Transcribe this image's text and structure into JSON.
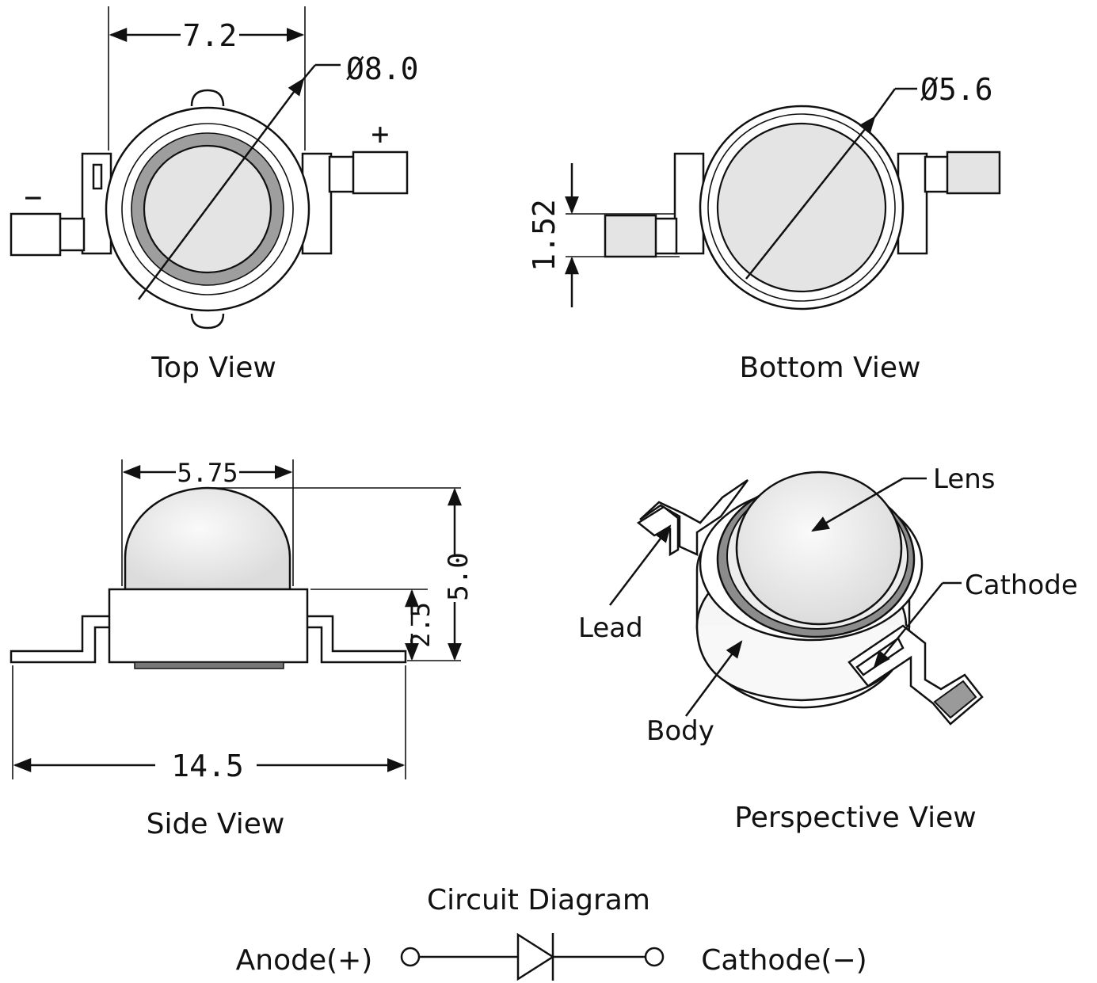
{
  "top_view": {
    "caption": "Top View",
    "dim_width": "7.2",
    "dim_diameter": "Ø8.0",
    "plus_sign": "+",
    "minus_sign": "−"
  },
  "bottom_view": {
    "caption": "Bottom View",
    "dim_diameter": "Ø5.6",
    "dim_lead": "1.52"
  },
  "side_view": {
    "caption": "Side View",
    "dim_lens": "5.75",
    "dim_total_height": "5.0",
    "dim_body_height": "2.5",
    "dim_length": "14.5"
  },
  "perspective_view": {
    "caption": "Perspective View",
    "label_lens": "Lens",
    "label_cathode": "Cathode",
    "label_lead": "Lead",
    "label_body": "Body"
  },
  "circuit": {
    "title": "Circuit Diagram",
    "anode_label": "Anode(+)",
    "cathode_label": "Cathode(−)"
  }
}
